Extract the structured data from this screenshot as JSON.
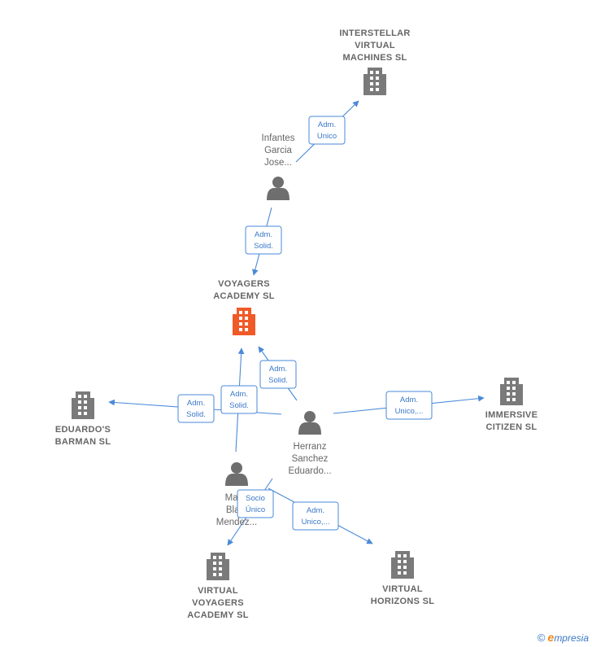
{
  "nodes": {
    "interstellar": {
      "type": "company",
      "lines": [
        "INTERSTELLAR",
        "VIRTUAL",
        "MACHINES  SL"
      ]
    },
    "infantes": {
      "type": "person",
      "lines": [
        "Infantes",
        "Garcia",
        "Jose..."
      ]
    },
    "voyagers": {
      "type": "company-focus",
      "lines": [
        "VOYAGERS",
        "ACADEMY  SL"
      ]
    },
    "eduardos": {
      "type": "company",
      "lines": [
        "EDUARDO'S",
        "BARMAN SL"
      ]
    },
    "immersive": {
      "type": "company",
      "lines": [
        "IMMERSIVE",
        "CITIZEN  SL"
      ]
    },
    "herranz": {
      "type": "person",
      "lines": [
        "Herranz",
        "Sanchez",
        "Eduardo..."
      ]
    },
    "martin": {
      "type": "person",
      "lines": [
        "Mar...",
        "Bla...",
        "Mendez..."
      ]
    },
    "virtual_voyagers": {
      "type": "company",
      "lines": [
        "VIRTUAL",
        "VOYAGERS",
        "ACADEMY  SL"
      ]
    },
    "virtual_horizons": {
      "type": "company",
      "lines": [
        "VIRTUAL",
        "HORIZONS  SL"
      ]
    }
  },
  "edges": [
    {
      "from": "infantes",
      "to": "interstellar",
      "label": [
        "Adm.",
        "Unico"
      ]
    },
    {
      "from": "infantes",
      "to": "voyagers",
      "label": [
        "Adm.",
        "Solid."
      ]
    },
    {
      "from": "herranz",
      "to": "voyagers",
      "label": [
        "Adm.",
        "Solid."
      ]
    },
    {
      "from": "martin",
      "to": "voyagers",
      "label": [
        "Adm.",
        "Solid."
      ]
    },
    {
      "from": "herranz",
      "to": "eduardos",
      "label": [
        "Adm.",
        "Solid."
      ]
    },
    {
      "from": "herranz",
      "to": "immersive",
      "label": [
        "Adm.",
        "Unico,..."
      ]
    },
    {
      "from": "martin",
      "to": "virtual_voyagers",
      "label": [
        "Socio",
        "Único"
      ]
    },
    {
      "from": "martin",
      "to": "virtual_horizons",
      "label": [
        "Adm.",
        "Unico,..."
      ]
    }
  ],
  "colors": {
    "company": "#7a7a7a",
    "focus": "#f05a28",
    "person": "#6e6e6e",
    "edge": "#4a8ad8"
  },
  "footer": {
    "copyright": "©",
    "brand_initial": "e",
    "brand_rest": "mpresia"
  }
}
